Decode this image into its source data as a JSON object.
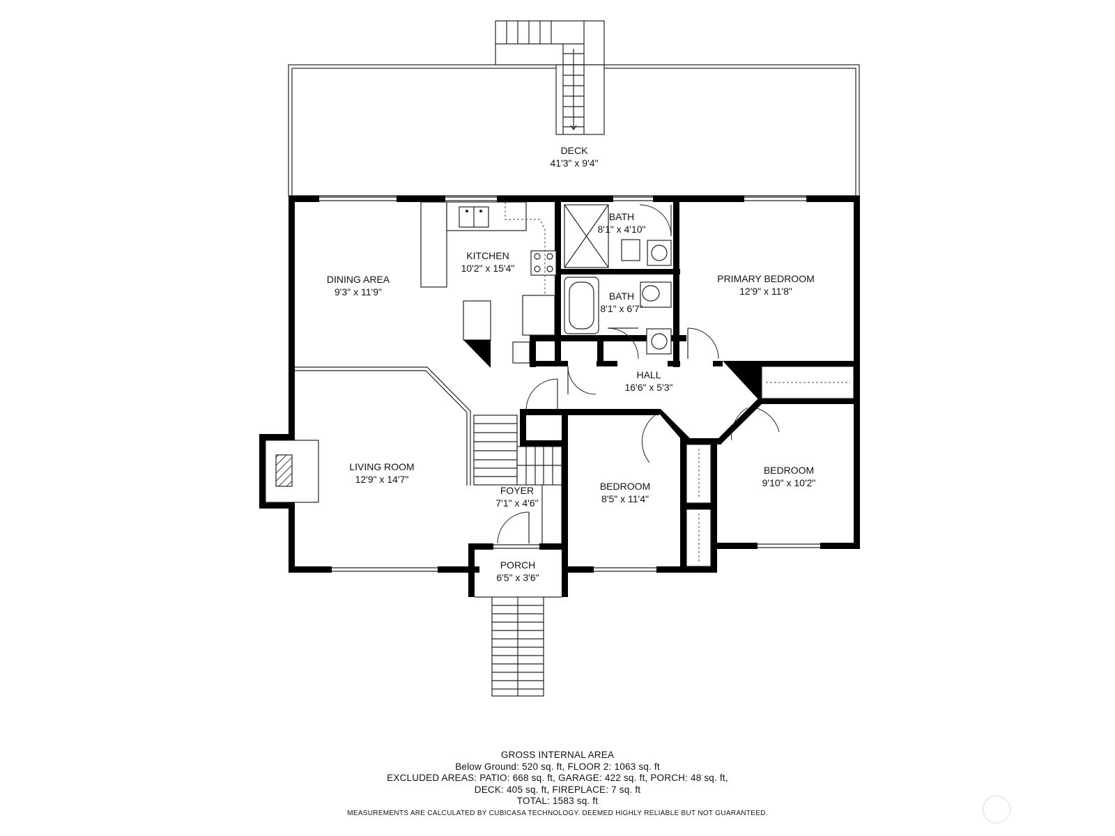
{
  "rooms": {
    "deck": {
      "name": "DECK",
      "dims": "41'3\" x 9'4\""
    },
    "bath_upper": {
      "name": "BATH",
      "dims": "8'1\" x 4'10\""
    },
    "kitchen": {
      "name": "KITCHEN",
      "dims": "10'2\" x 15'4\""
    },
    "dining": {
      "name": "DINING AREA",
      "dims": "9'3\" x 11'9\""
    },
    "primary_bedroom": {
      "name": "PRIMARY BEDROOM",
      "dims": "12'9\" x 11'8\""
    },
    "bath_lower": {
      "name": "BATH",
      "dims": "8'1\" x 6'7\""
    },
    "hall": {
      "name": "HALL",
      "dims": "16'6\" x 5'3\""
    },
    "living_room": {
      "name": "LIVING ROOM",
      "dims": "12'9\" x 14'7\""
    },
    "foyer": {
      "name": "FOYER",
      "dims": "7'1\" x 4'6\""
    },
    "bedroom_middle": {
      "name": "BEDROOM",
      "dims": "8'5\" x 11'4\""
    },
    "bedroom_right": {
      "name": "BEDROOM",
      "dims": "9'10\" x 10'2\""
    },
    "porch": {
      "name": "PORCH",
      "dims": "6'5\" x 3'6\""
    }
  },
  "summary": {
    "heading": "GROSS INTERNAL AREA",
    "line1": "Below Ground: 520 sq. ft, FLOOR 2: 1063 sq. ft",
    "line2": "EXCLUDED AREAS: PATIO: 668 sq. ft, GARAGE: 422 sq. ft, PORCH: 48 sq. ft,",
    "line3": "DECK: 405 sq. ft, FIREPLACE: 7 sq. ft",
    "line4": "TOTAL: 1583 sq. ft",
    "disclaimer": "MEASUREMENTS ARE CALCULATED BY CUBICASA TECHNOLOGY. DEEMED HIGHLY RELIABLE BUT NOT GUARANTEED."
  }
}
